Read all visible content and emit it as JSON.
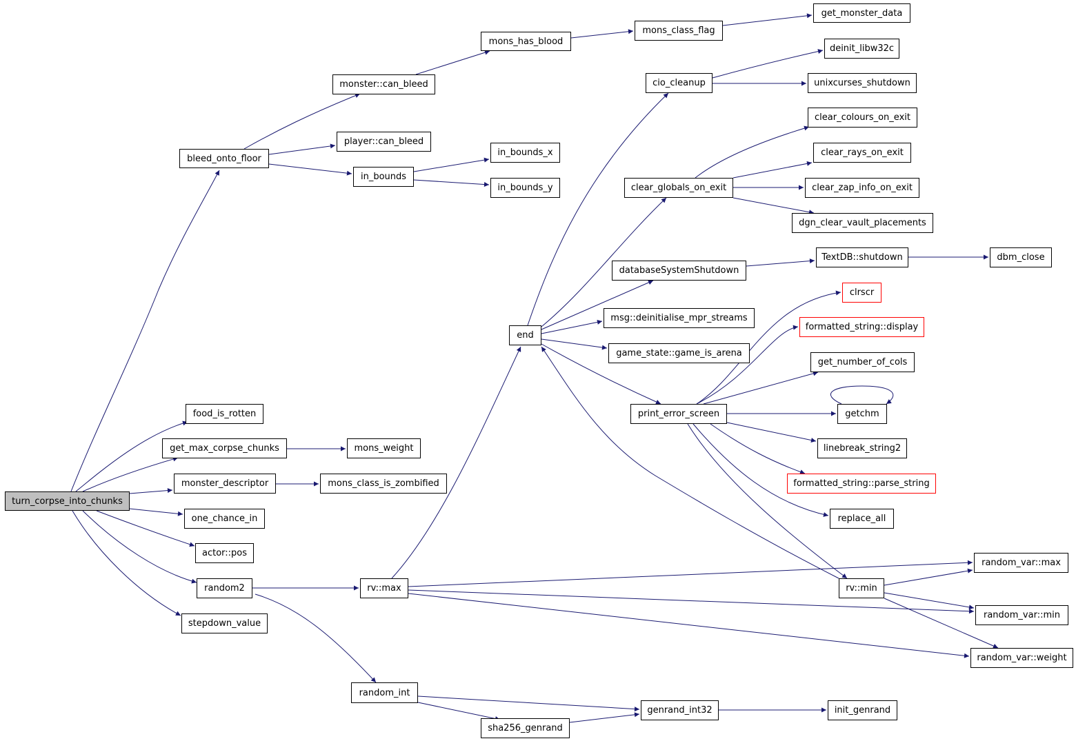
{
  "graph": {
    "edge_color": "#191970",
    "root_fill": "#bfbfbf",
    "highlight_border": "#ff0000",
    "nodes": {
      "turn_corpse_into_chunks": "turn_corpse_into_chunks",
      "bleed_onto_floor": "bleed_onto_floor",
      "monster_can_bleed": "monster::can_bleed",
      "mons_has_blood": "mons_has_blood",
      "mons_class_flag": "mons_class_flag",
      "get_monster_data": "get_monster_data",
      "player_can_bleed": "player::can_bleed",
      "in_bounds": "in_bounds",
      "in_bounds_x": "in_bounds_x",
      "in_bounds_y": "in_bounds_y",
      "food_is_rotten": "food_is_rotten",
      "get_max_corpse_chunks": "get_max_corpse_chunks",
      "mons_weight": "mons_weight",
      "monster_descriptor": "monster_descriptor",
      "mons_class_is_zombified": "mons_class_is_zombified",
      "one_chance_in": "one_chance_in",
      "actor_pos": "actor::pos",
      "random2": "random2",
      "stepdown_value": "stepdown_value",
      "rv_max": "rv::max",
      "random_int": "random_int",
      "sha256_genrand": "sha256_genrand",
      "genrand_int32": "genrand_int32",
      "init_genrand": "init_genrand",
      "end": "end",
      "cio_cleanup": "cio_cleanup",
      "deinit_libw32c": "deinit_libw32c",
      "unixcurses_shutdown": "unixcurses_shutdown",
      "clear_globals_on_exit": "clear_globals_on_exit",
      "clear_colours_on_exit": "clear_colours_on_exit",
      "clear_rays_on_exit": "clear_rays_on_exit",
      "clear_zap_info_on_exit": "clear_zap_info_on_exit",
      "dgn_clear_vault_placements": "dgn_clear_vault_placements",
      "databaseSystemShutdown": "databaseSystemShutdown",
      "textdb_shutdown": "TextDB::shutdown",
      "dbm_close": "dbm_close",
      "msg_deinitialise_mpr_streams": "msg::deinitialise_mpr_streams",
      "game_state_game_is_arena": "game_state::game_is_arena",
      "print_error_screen": "print_error_screen",
      "clrscr": "clrscr",
      "formatted_string_display": "formatted_string::display",
      "get_number_of_cols": "get_number_of_cols",
      "getchm": "getchm",
      "linebreak_string2": "linebreak_string2",
      "formatted_string_parse_string": "formatted_string::parse_string",
      "replace_all": "replace_all",
      "rv_min": "rv::min",
      "random_var_max": "random_var::max",
      "random_var_min": "random_var::min",
      "random_var_weight": "random_var::weight"
    }
  }
}
